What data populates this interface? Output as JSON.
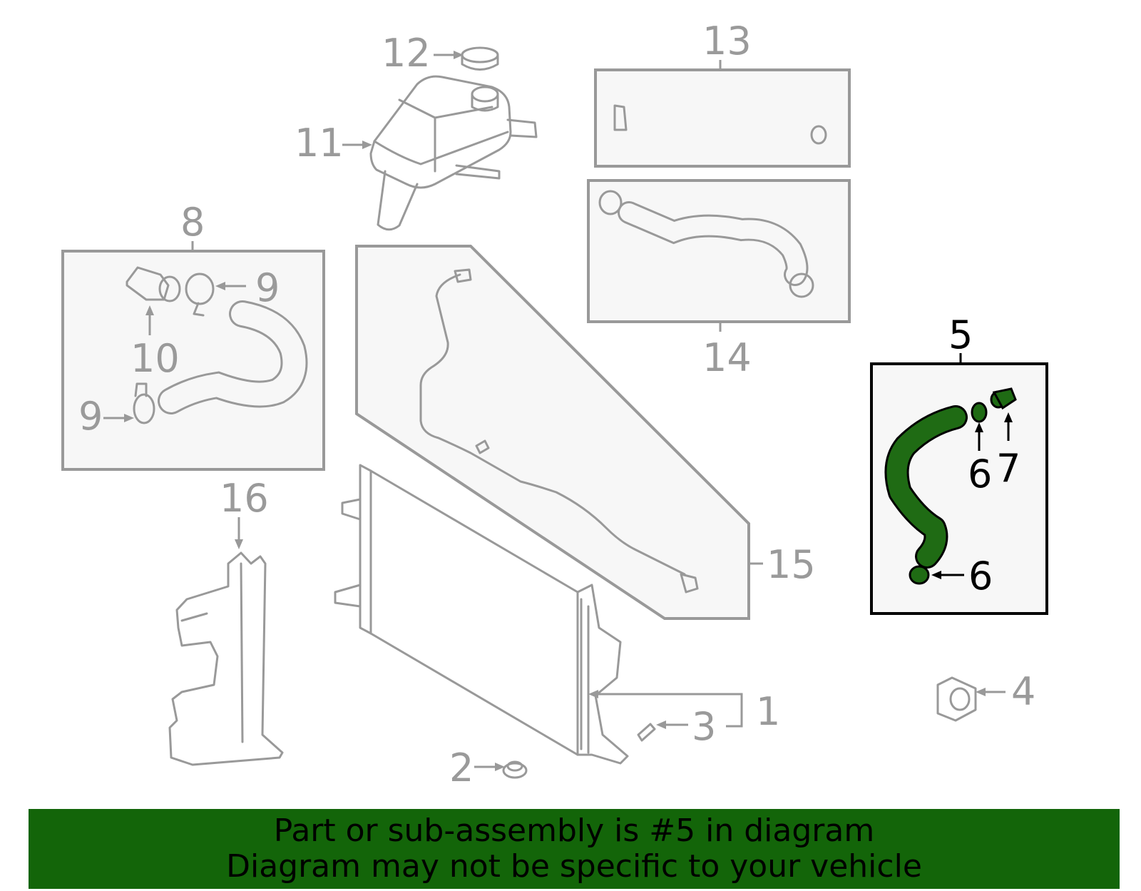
{
  "callouts": {
    "c1": "1",
    "c2": "2",
    "c3": "3",
    "c4": "4",
    "c5": "5",
    "c6a": "6",
    "c6b": "6",
    "c7": "7",
    "c8": "8",
    "c9a": "9",
    "c9b": "9",
    "c10": "10",
    "c11": "11",
    "c12": "12",
    "c13": "13",
    "c14": "14",
    "c15": "15",
    "c16": "16"
  },
  "banner": {
    "line1": "Part or sub-assembly is #5 in diagram",
    "line2": "Diagram may not be specific to your vehicle"
  },
  "colors": {
    "highlight": "#1f6b14",
    "banner_bg": "#136509",
    "muted": "#999999"
  }
}
